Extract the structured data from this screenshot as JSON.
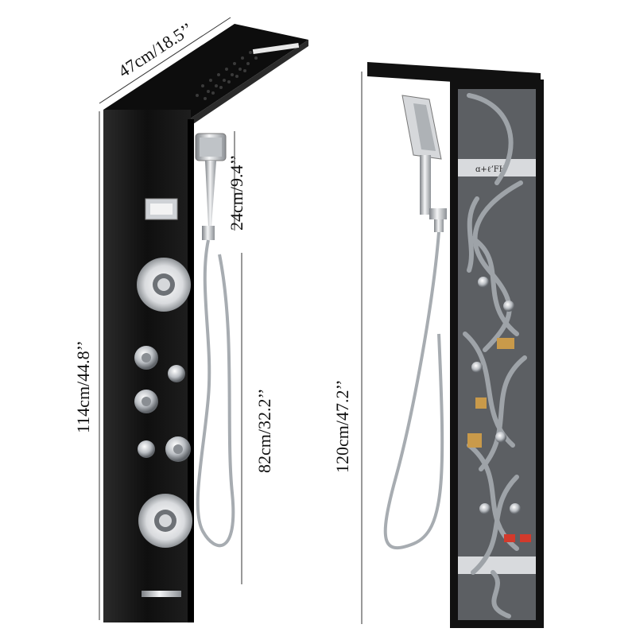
{
  "dimensions": {
    "top_width": "47cm/18.5’’",
    "handheld_height": "24cm/9.4’’",
    "panel_height": "114cm/44.8’’",
    "handheld_mount_height": "82cm/32.2’’",
    "total_height": "120cm/47.2’’"
  },
  "back_panel": {
    "label_top": "ɑ+ℓ’FH"
  },
  "colors": {
    "panel": "#141414",
    "chrome": "#c9ccd0",
    "hose": "#9aa0a6",
    "brass": "#c99a4a",
    "red_valve": "#d23a2c"
  }
}
